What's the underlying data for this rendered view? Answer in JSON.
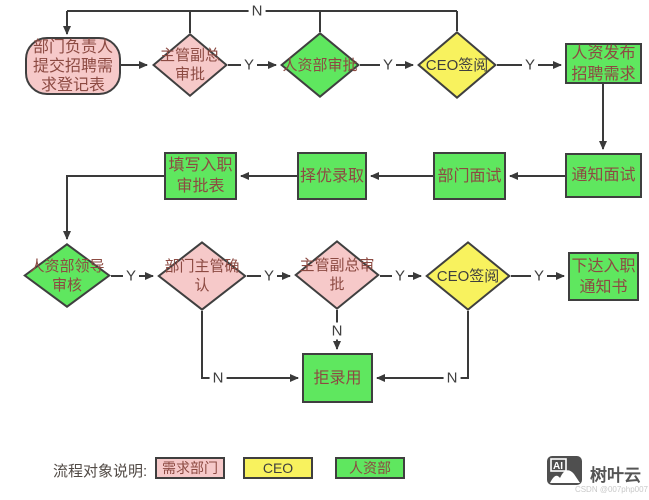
{
  "flowchart": {
    "labels": {
      "yes": "Y",
      "no": "N"
    },
    "nodes": {
      "start": "部门负责人提交招聘需求登记表",
      "vp_approve_1": "主管副总审批",
      "hr_approve": "人资部审批",
      "ceo_review_1": "CEO签阅",
      "publish_need": "人资发布招聘需求",
      "notify_interview": "通知面试",
      "dept_interview": "部门面试",
      "merit_hire": "择优录取",
      "fill_entry_form": "填写入职审批表",
      "hr_leader_review": "人资部领导审核",
      "dept_mgr_confirm": "部门主管确认",
      "vp_approve_2": "主管副总审批",
      "ceo_review_2": "CEO签阅",
      "offer_notice": "下达入职通知书",
      "reject": "拒录用"
    },
    "edges": [
      {
        "from": "start",
        "to": "vp_approve_1",
        "label": ""
      },
      {
        "from": "vp_approve_1",
        "to": "hr_approve",
        "label": "Y"
      },
      {
        "from": "hr_approve",
        "to": "ceo_review_1",
        "label": "Y"
      },
      {
        "from": "ceo_review_1",
        "to": "publish_need",
        "label": "Y"
      },
      {
        "from": "vp_approve_1",
        "to": "start",
        "label": "N"
      },
      {
        "from": "hr_approve",
        "to": "start",
        "label": "N"
      },
      {
        "from": "ceo_review_1",
        "to": "start",
        "label": "N"
      },
      {
        "from": "publish_need",
        "to": "notify_interview",
        "label": ""
      },
      {
        "from": "notify_interview",
        "to": "dept_interview",
        "label": ""
      },
      {
        "from": "dept_interview",
        "to": "merit_hire",
        "label": ""
      },
      {
        "from": "merit_hire",
        "to": "fill_entry_form",
        "label": ""
      },
      {
        "from": "fill_entry_form",
        "to": "hr_leader_review",
        "label": ""
      },
      {
        "from": "hr_leader_review",
        "to": "dept_mgr_confirm",
        "label": "Y"
      },
      {
        "from": "dept_mgr_confirm",
        "to": "vp_approve_2",
        "label": "Y"
      },
      {
        "from": "vp_approve_2",
        "to": "ceo_review_2",
        "label": "Y"
      },
      {
        "from": "ceo_review_2",
        "to": "offer_notice",
        "label": "Y"
      },
      {
        "from": "dept_mgr_confirm",
        "to": "reject",
        "label": "N"
      },
      {
        "from": "vp_approve_2",
        "to": "reject",
        "label": "N"
      },
      {
        "from": "ceo_review_2",
        "to": "reject",
        "label": "N"
      }
    ],
    "legend": {
      "label": "流程对象说明:",
      "items": [
        {
          "label": "需求部门",
          "color": "#F6C9C9"
        },
        {
          "label": "CEO",
          "color": "#F8F25E"
        },
        {
          "label": "人资部",
          "color": "#5FE75F"
        }
      ]
    },
    "colors": {
      "demand_dept_pink": "#F6C9C9",
      "ceo_yellow": "#F8F25E",
      "hr_green": "#5FE75F",
      "line": "#3a3a3a",
      "border": "#3f3f3f",
      "node_text_red": "#8C4A42"
    },
    "watermark": {
      "logo_text": "AI",
      "brand": "树叶云",
      "credit": "CSDN @007php007"
    }
  }
}
